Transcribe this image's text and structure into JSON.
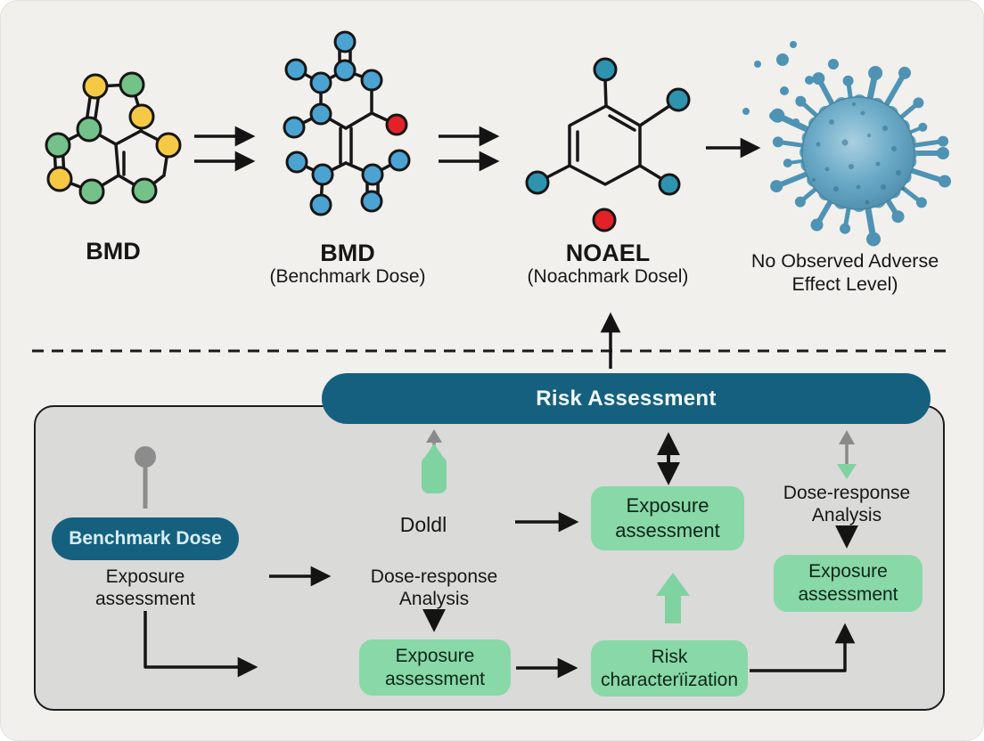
{
  "colors": {
    "page_bg": "#F1F0ED",
    "panel_bg": "#DADAD8",
    "teal": "#15607E",
    "green_box": "#89D8A8",
    "arrow_green": "#7FD3A0",
    "pin_gray": "#8C8C8C",
    "ink": "#161616",
    "atom_blue": "#4BA3D2",
    "atom_teal": "#2D93AF",
    "atom_yellow": "#F6C945",
    "atom_green": "#74C28A",
    "atom_red": "#E32227",
    "virus_blue": "#4E93B4"
  },
  "top_row": {
    "mol1": {
      "label": "BMD"
    },
    "mol2": {
      "label": "BMD",
      "sublabel": "(Benchmark Dose)"
    },
    "mol3": {
      "label": "NOAEL",
      "sublabel": "(Noachmark Dosel)"
    },
    "virus": {
      "label_line1": "No Observed Adverse",
      "label_line2": "Effect Level)"
    }
  },
  "flowchart": {
    "banner_title": "Risk Assessment",
    "benchmark_pill_label": "Benchmark Dose",
    "exposure_left": {
      "line1": "Exposure",
      "line2": "assessment"
    },
    "dose_response_mid": {
      "line1": "Dose-response",
      "line2": "Analysis"
    },
    "dold_label": "Doldl",
    "dose_response_right": {
      "line1": "Dose-response",
      "line2": "Analysis"
    },
    "exposure_box_mid": {
      "line1": "Exposure",
      "line2": "assessment"
    },
    "risk_characterization_box": {
      "line1": "Risk",
      "line2": "characterïization"
    },
    "exposure_box_top": {
      "line1": "Exposure",
      "line2": "assessment"
    },
    "exposure_box_right": {
      "line1": "Exposure",
      "line2": "assessment"
    }
  }
}
